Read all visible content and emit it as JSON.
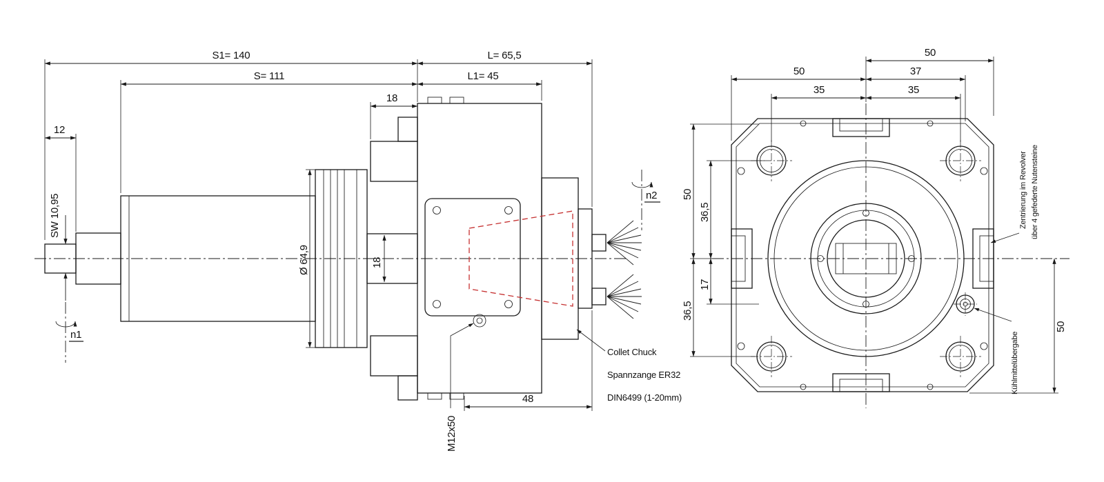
{
  "side": {
    "dims": {
      "s1": "S1=  140",
      "s": "S=  111",
      "l": "L=  65,5",
      "l1": "L1=  45",
      "w18_top": "18",
      "w12": "12",
      "sw": "SW 10,95",
      "dia": "Ø 64,9",
      "h18": "18",
      "w48": "48",
      "m12": "M12x50",
      "n1": "n1",
      "n2": "n2"
    },
    "notes": [
      "Collet Chuck",
      "Spannzange ER32",
      "DIN6499 (1-20mm)"
    ]
  },
  "front": {
    "dims": {
      "top_50_right": "50",
      "top_50_left": "50",
      "top_37": "37",
      "top_35_left": "35",
      "top_35_right": "35",
      "left_50": "50",
      "left_36_5_upper": "36,5",
      "left_17": "17",
      "left_36_5_lower": "36,5",
      "right_50": "50"
    },
    "notes": {
      "centering_line1": "Zentrierung im Revolver",
      "centering_line2": "über 4 gefederte Nutensteine",
      "coolant": "Kühlmittelübergabe"
    }
  },
  "colors": {
    "line": "#1a1a1a",
    "red_dashed": "#c52f2f"
  }
}
